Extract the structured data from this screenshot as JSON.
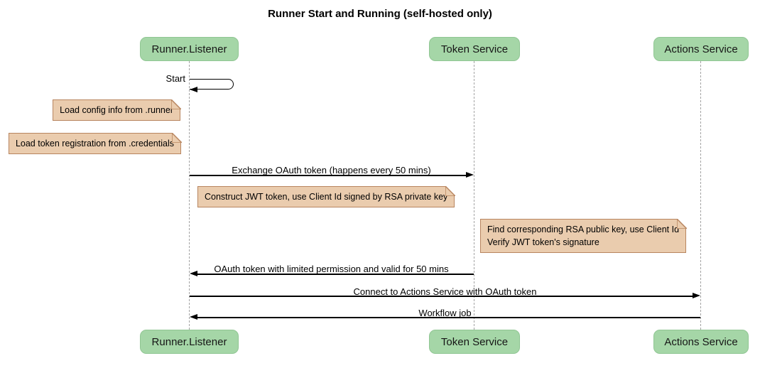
{
  "title": "Runner Start and Running (self-hosted only)",
  "participants": [
    {
      "name": "Runner.Listener"
    },
    {
      "name": "Token Service"
    },
    {
      "name": "Actions Service"
    }
  ],
  "messages": [
    {
      "label": "Start",
      "from": "Runner.Listener",
      "to": "Runner.Listener",
      "kind": "self"
    },
    {
      "label": "Exchange OAuth token (happens every 50 mins)",
      "from": "Runner.Listener",
      "to": "Token Service",
      "kind": "arrow"
    },
    {
      "label": "OAuth token with limited permission and valid for 50 mins",
      "from": "Token Service",
      "to": "Runner.Listener",
      "kind": "arrow"
    },
    {
      "label": "Connect to Actions Service with OAuth token",
      "from": "Runner.Listener",
      "to": "Actions Service",
      "kind": "arrow"
    },
    {
      "label": "Workflow job",
      "from": "Actions Service",
      "to": "Runner.Listener",
      "kind": "arrow"
    }
  ],
  "notes": [
    {
      "anchor": "Runner.Listener",
      "side": "left",
      "lines": [
        "Load config info from .runner"
      ]
    },
    {
      "anchor": "Runner.Listener",
      "side": "left",
      "lines": [
        "Load token registration from .credentials"
      ]
    },
    {
      "anchor": "Runner.Listener",
      "side": "right",
      "lines": [
        "Construct JWT token, use Client Id signed by RSA private key"
      ]
    },
    {
      "anchor": "Actions Service",
      "side": "left",
      "lines": [
        "Find corresponding RSA public key, use Client Id",
        "Verify JWT token's signature"
      ]
    }
  ],
  "colors": {
    "participant_fill": "#A5D6A7",
    "participant_border": "#90C693",
    "note_fill": "#EACCAE",
    "note_border": "#B8855F",
    "lifeline": "#A3A3A3",
    "arrow": "#000000",
    "background": "#FFFFFF"
  }
}
